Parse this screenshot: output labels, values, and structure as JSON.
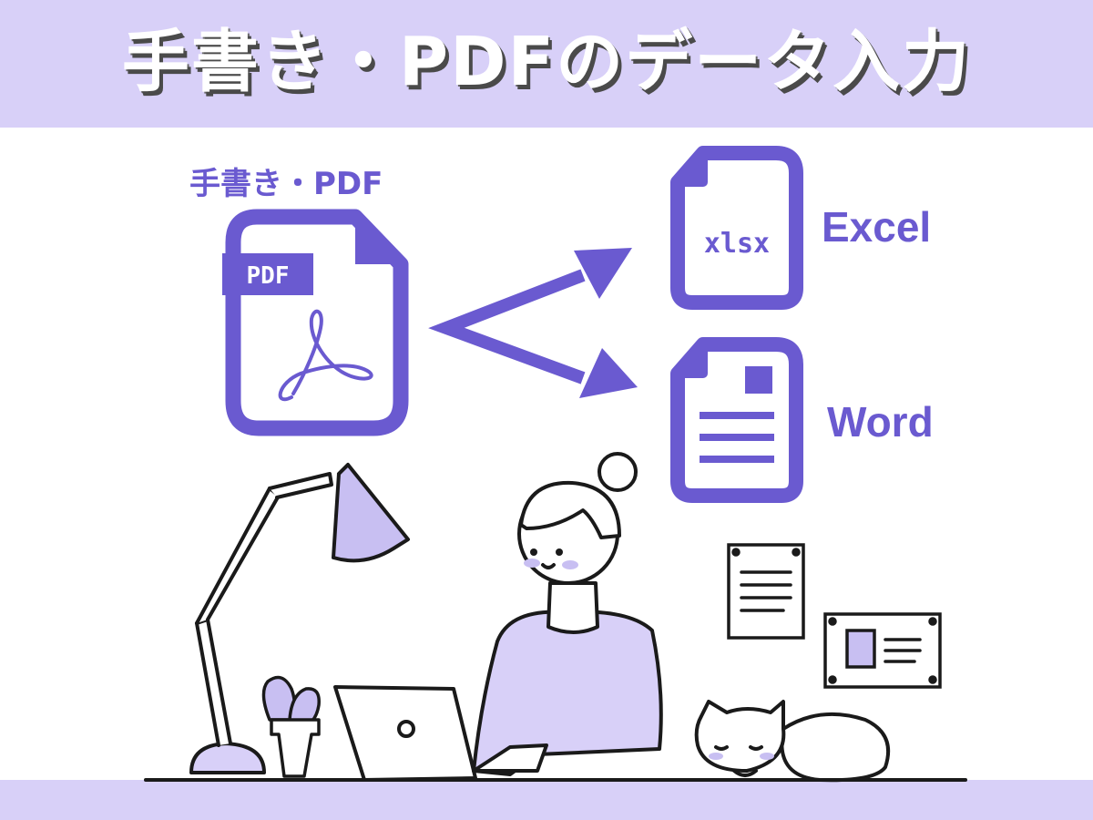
{
  "header": {
    "title": "手書き・PDFのデータ入力"
  },
  "source": {
    "label": "手書き・PDF",
    "badge": "PDF"
  },
  "targets": [
    {
      "label": "Excel",
      "badge": "xlsx"
    },
    {
      "label": "Word"
    }
  ],
  "colors": {
    "accent": "#6a5ad0",
    "banner": "#d8d0f8",
    "fill_light": "#d8d0f8",
    "line": "#1a1a1a"
  }
}
